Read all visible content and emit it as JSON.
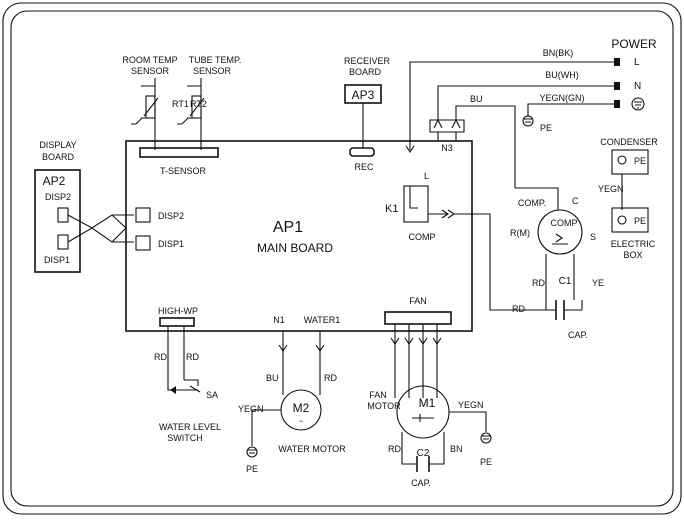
{
  "power": {
    "title": "POWER",
    "l_wire": "BN(BK)",
    "l_term": "L",
    "n_wire": "BU(WH)",
    "n_term": "N",
    "pe_wire": "YEGN(GN)",
    "pe_label": "PE"
  },
  "main_board": {
    "id": "AP1",
    "name": "MAIN BOARD"
  },
  "display_board": {
    "line1": "DISPLAY",
    "line2": "BOARD",
    "id": "AP2",
    "port_top": "DISP2",
    "port_bottom": "DISP1",
    "conn_top": "DISP2",
    "conn_bottom": "DISP1"
  },
  "sensors": {
    "room_line1": "ROOM TEMP",
    "room_line2": "SENSOR",
    "tube_line1": "TUBE TEMP.",
    "tube_line2": "SENSOR",
    "rt1": "RT1",
    "rt2": "RT2",
    "connector": "T-SENSOR"
  },
  "receiver": {
    "line1": "RECEIVER",
    "line2": "BOARD",
    "id": "AP3",
    "connector": "REC"
  },
  "relay": {
    "id": "K1",
    "contact": "L",
    "comp_label": "COMP",
    "n_label": "N3",
    "bu_label": "BU"
  },
  "compressor": {
    "label": "COMP.",
    "symbol": "COMP",
    "c": "C",
    "r": "R(M)",
    "s": "S",
    "rd": "RD",
    "ye": "YE"
  },
  "capacitor1": {
    "id": "C1",
    "wire": "RD",
    "cap": "CAP."
  },
  "condenser": {
    "title": "CONDENSER",
    "pe_top": "PE",
    "wire": "YEGN",
    "pe_bottom": "PE",
    "box_line1": "ELECTRIC",
    "box_line2": "BOX"
  },
  "high_wp": {
    "connector": "HIGH-WP",
    "rd_left": "RD",
    "rd_right": "RD",
    "switch": "SA",
    "line1": "WATER LEVEL",
    "line2": "SWITCH"
  },
  "water_motor": {
    "n1": "N1",
    "water1": "WATER1",
    "bu": "BU",
    "rd": "RD",
    "id": "M2",
    "yegn": "YEGN",
    "pe": "PE",
    "name": "WATER MOTOR"
  },
  "fan": {
    "connector": "FAN",
    "motor_line1": "FAN",
    "motor_line2": "MOTOR",
    "id": "M1",
    "yegn": "YEGN",
    "pe": "PE",
    "rd": "RD",
    "bn": "BN",
    "cap_id": "C2",
    "cap": "CAP."
  }
}
